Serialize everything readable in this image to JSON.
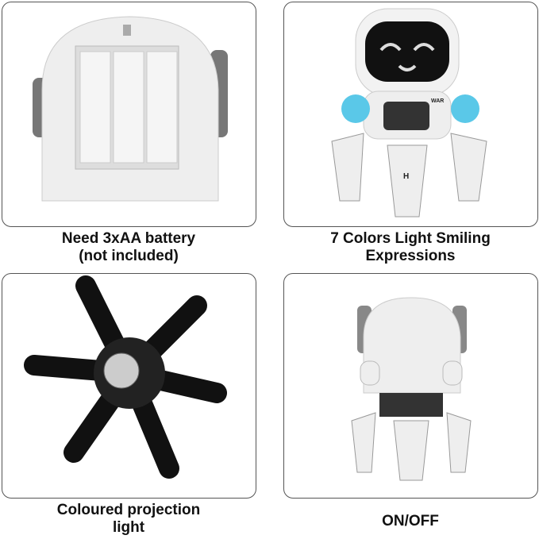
{
  "panels": [
    {
      "caption_line1": "Need 3xAA battery",
      "caption_line2": "(not included)",
      "image": "battery-compartment"
    },
    {
      "caption_line1": "7 Colors Light Smiling",
      "caption_line2": "Expressions",
      "image": "robot-front-face"
    },
    {
      "caption_line1": "Coloured projection",
      "caption_line2": "light",
      "image": "robot-underside-projection"
    },
    {
      "caption_line1": "ON/OFF",
      "caption_line2": "",
      "image": "robot-back-switch"
    }
  ],
  "robot_chest_label": "WAR",
  "leg_letter": "H"
}
